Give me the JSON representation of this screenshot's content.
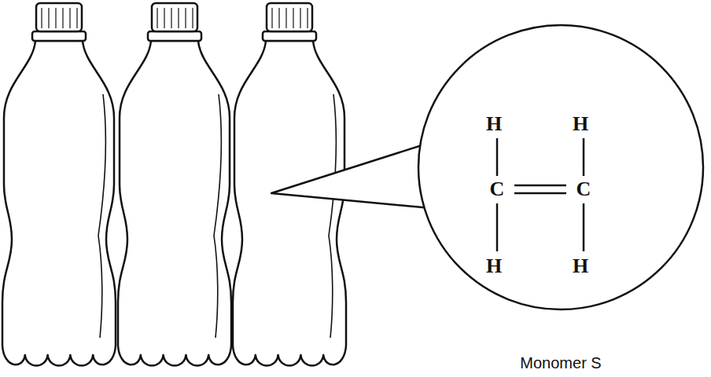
{
  "diagram": {
    "nodes": [
      {
        "text": [
          "H",
          "H",
          "C",
          "C",
          "H",
          "H"
        ]
      }
    ],
    "labels": [
      "Monomer S"
    ]
  }
}
